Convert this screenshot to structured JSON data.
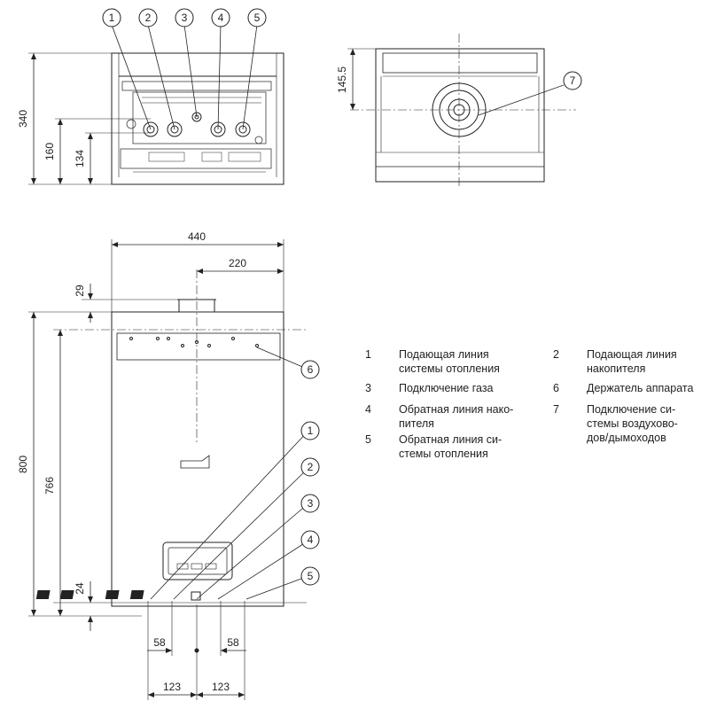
{
  "dimensions": {
    "top_height": "340",
    "top_connection_height": "160",
    "top_pipe_height": "134",
    "flue_offset": "145.5",
    "width": "440",
    "half_width": "220",
    "top_gap": "29",
    "total_height": "800",
    "holder_height": "766",
    "bottom_offset": "24",
    "spacing_left": "58",
    "spacing_right": "58",
    "pitch_left": "123",
    "pitch_right": "123"
  },
  "callouts": {
    "c1": "1",
    "c2": "2",
    "c3": "3",
    "c4": "4",
    "c5": "5",
    "c6": "6",
    "c7": "7"
  },
  "legend": [
    {
      "num": "1",
      "text": "Подающая линия\nсистемы отопления"
    },
    {
      "num": "2",
      "text": "Подающая линия\nнакопителя"
    },
    {
      "num": "3",
      "text": "Подключение газа"
    },
    {
      "num": "6",
      "text": "Держатель аппарата"
    },
    {
      "num": "4",
      "text": "Обратная линия нако-\nпителя"
    },
    {
      "num": "7",
      "text": "Подключение си-\nстемы воздухово-\nдов/дымоходов"
    },
    {
      "num": "5",
      "text": "Обратная линия си-\nстемы отопления"
    }
  ]
}
